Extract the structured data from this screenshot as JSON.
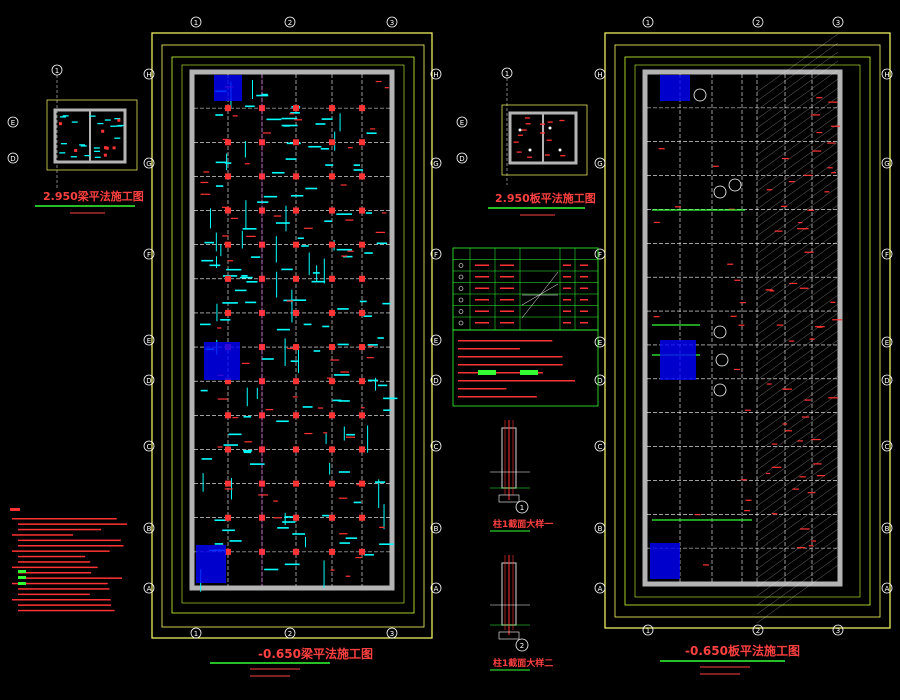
{
  "colors": {
    "background": "#000000",
    "frame": "#ffff66",
    "frame_inner": "#ccff33",
    "wall": "#b4b4b4",
    "grid": "#ffffff",
    "beam_label": "#00ffff",
    "column": "#ff3333",
    "title": "#ff4040",
    "underline": "#33ff33",
    "stair": "#0000ff",
    "magenta": "#ff33ff"
  },
  "grid_labels": {
    "rows": [
      "H",
      "G",
      "F",
      "E",
      "D",
      "C",
      "B",
      "A"
    ],
    "cols": [
      "1",
      "2",
      "3"
    ]
  },
  "detail_small": {
    "col_label": "1",
    "rows": [
      "E",
      "D"
    ]
  },
  "titles": {
    "left_plan": "-0.650梁平法施工图",
    "right_plan": "-0.650板平法施工图",
    "detail_left": "2.950梁平法施工图",
    "detail_right": "2.950板平法施工图",
    "section1": "柱1截面大样一",
    "section2": "柱1截面大样二"
  },
  "section_markers": {
    "s1": "1",
    "s2": "2"
  }
}
